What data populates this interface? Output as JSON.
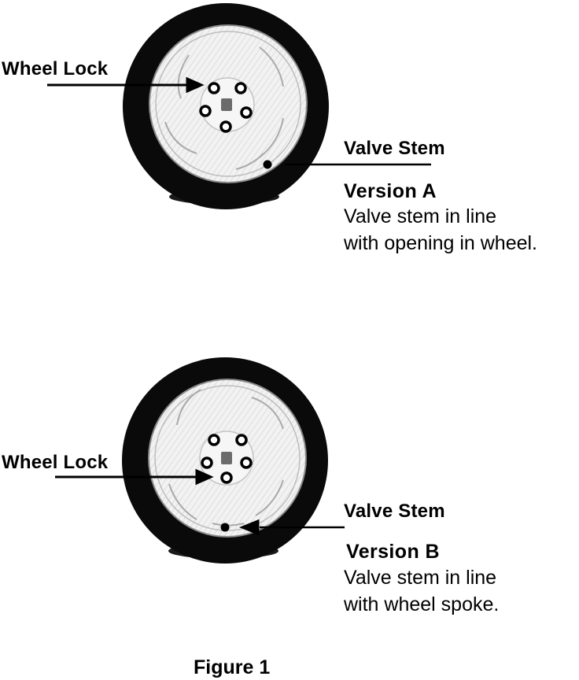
{
  "version_a": {
    "wheel_lock_label": "Wheel Lock",
    "valve_stem_label": "Valve Stem",
    "title": "Version A",
    "description": [
      "Valve stem in line",
      "with opening in wheel."
    ]
  },
  "version_b": {
    "wheel_lock_label": "Wheel Lock",
    "valve_stem_label": "Valve Stem",
    "title": "Version B",
    "description": [
      "Valve stem in line",
      "with wheel spoke."
    ]
  },
  "figure_caption": "Figure 1",
  "colors": {
    "ink": "#000000",
    "tire": "#0a0a0a",
    "rim": "#e9e9e9",
    "rim_detail": "#b8b8b8"
  }
}
